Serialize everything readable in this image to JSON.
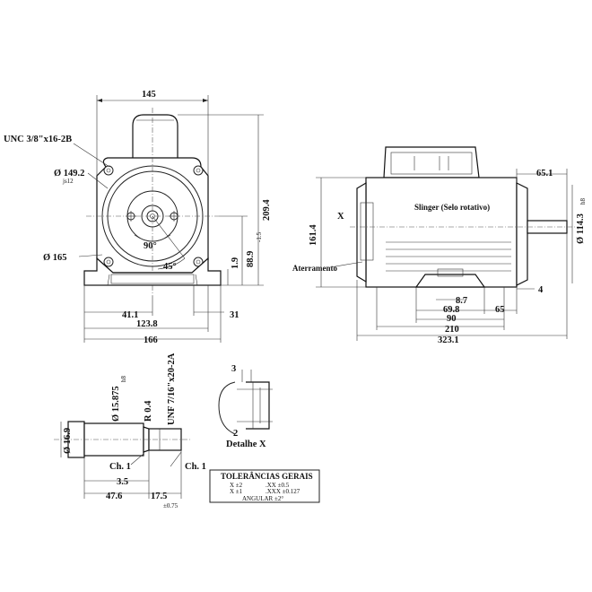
{
  "front_view": {
    "width_top": "145",
    "thread": "UNC 3/8\"x16-2B",
    "bolt_circle": "Ø 149.2",
    "bolt_tol": "js12",
    "outer_dia": "Ø     165",
    "angle_90": "90°",
    "angle_45": "45°",
    "height_total": "209.4",
    "height_shaft": "88.9",
    "shaft_tol": "-1.5",
    "base_thick": "1.9",
    "base_offset": "41.1",
    "base_width_holes": "123.8",
    "base_width": "166",
    "base_edge": "31"
  },
  "side_view": {
    "slinger": "Slinger (Selo rotativo)",
    "x_marker": "X",
    "ground": "Aterramento",
    "height": "161.4",
    "shaft_len": "65.1",
    "flange_dia": "Ø 114.3",
    "flange_tol": "h8",
    "d_8_7": "8.7",
    "d_69_8": "69.8",
    "d_65": "65",
    "d_90": "90",
    "d_4": "4",
    "d_210": "210",
    "d_323_1": "323.1"
  },
  "shaft_detail": {
    "dia_15_875": "Ø 15.875",
    "tol_h8": "h8",
    "radius": "R 0.4",
    "unf": "UNF 7/16\"x20-2A",
    "dia_16_9": "Ø 16.9",
    "ch1_left": "Ch. 1",
    "ch1_right": "Ch. 1",
    "d_3_5": "3.5",
    "d_47_6": "47.6",
    "d_17_5": "17.5",
    "tol_075": "±0.75"
  },
  "detail_x": {
    "d_3": "3",
    "d_2": "2",
    "label": "Detalhe X"
  },
  "tolerances": {
    "title": "TOLERÂNCIAS GERAIS",
    "x": "X ±2",
    "xx": ".XX ±0.5",
    "x1": "X ±1",
    "xxx": ".XXX ±0.127",
    "angular": "ANGULAR ±2°"
  }
}
